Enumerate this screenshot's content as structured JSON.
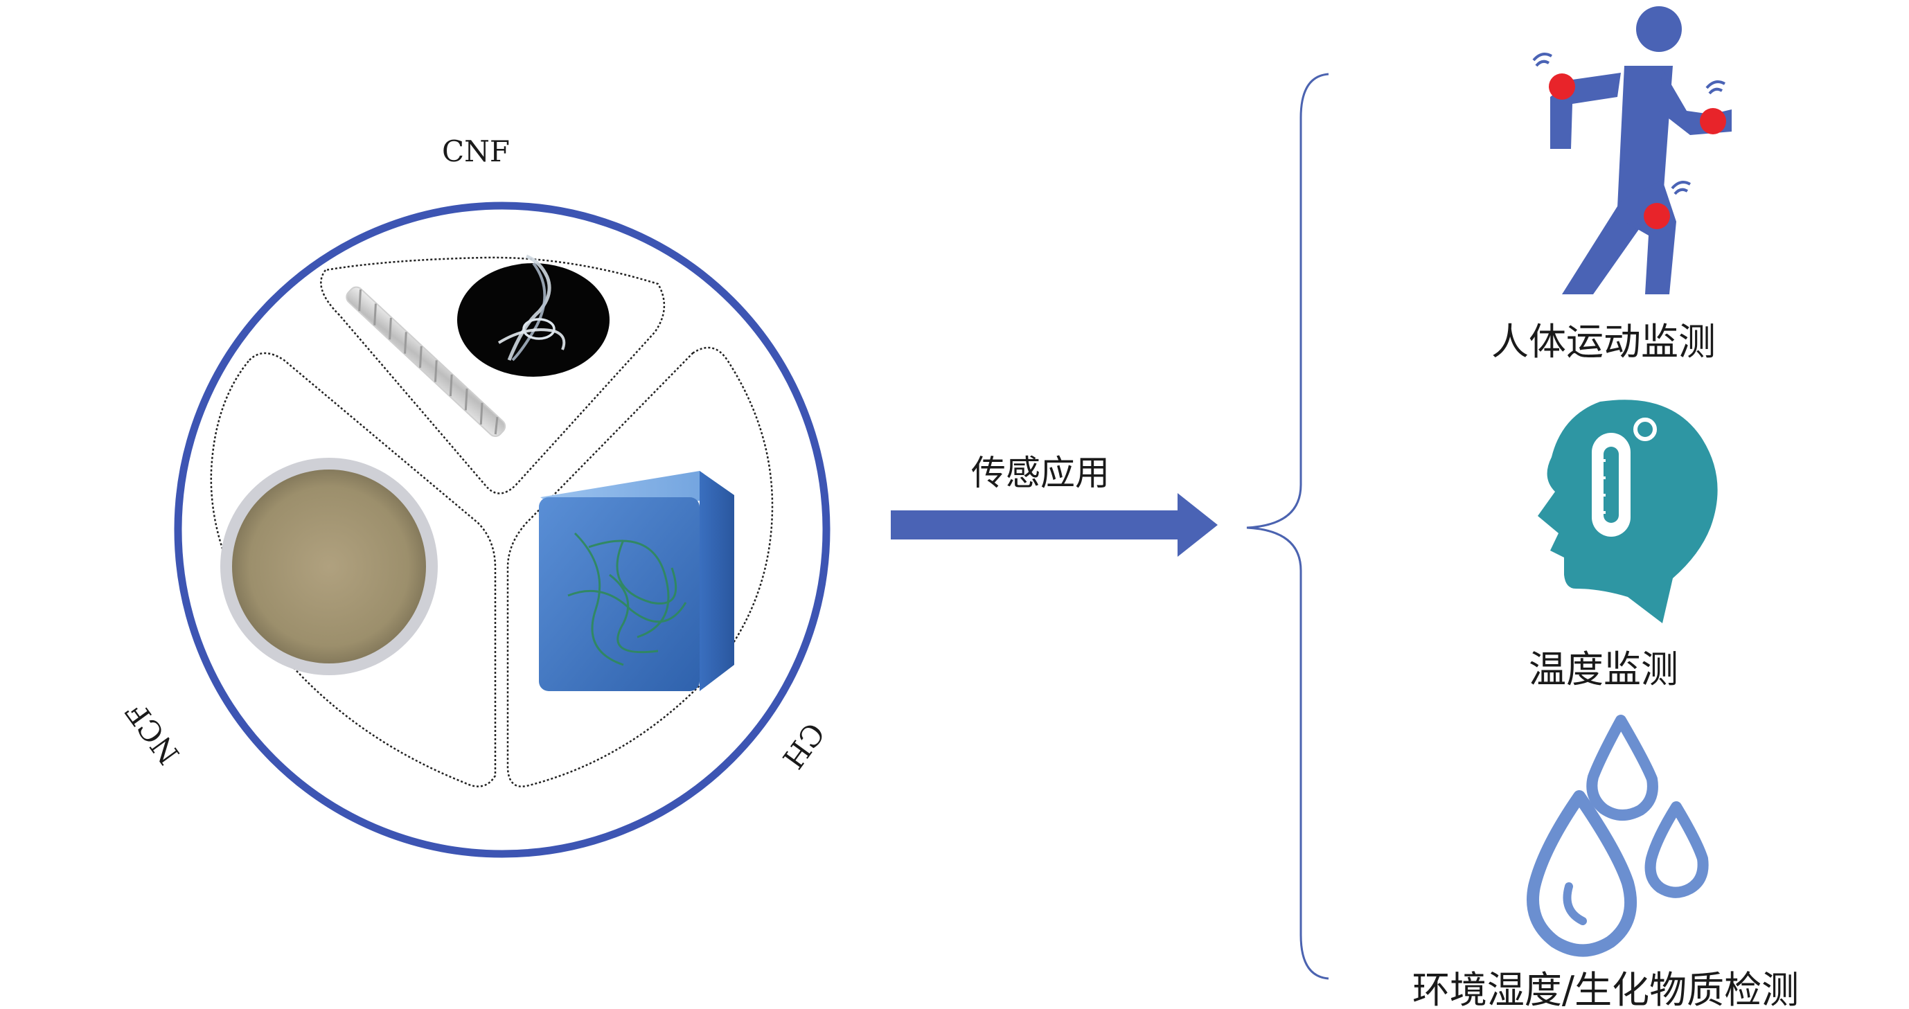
{
  "circle": {
    "top_label": "CNF",
    "left_label": "NCF",
    "right_label": "CH"
  },
  "arrow": {
    "label": "传感应用"
  },
  "applications": [
    {
      "label": "人体运动监测",
      "icon": "walking-person-icon"
    },
    {
      "label": "温度监测",
      "icon": "head-thermometer-icon"
    },
    {
      "label": "环境湿度/生化物质检测",
      "icon": "water-drops-icon"
    }
  ],
  "colors": {
    "ring": "#3d55b3",
    "arrow": "#4a63b5",
    "person": "#4a63b5",
    "joint": "#e8242a",
    "head": "#2e96a3",
    "drop": "#6b8fd0",
    "brace": "#4b63b0"
  }
}
